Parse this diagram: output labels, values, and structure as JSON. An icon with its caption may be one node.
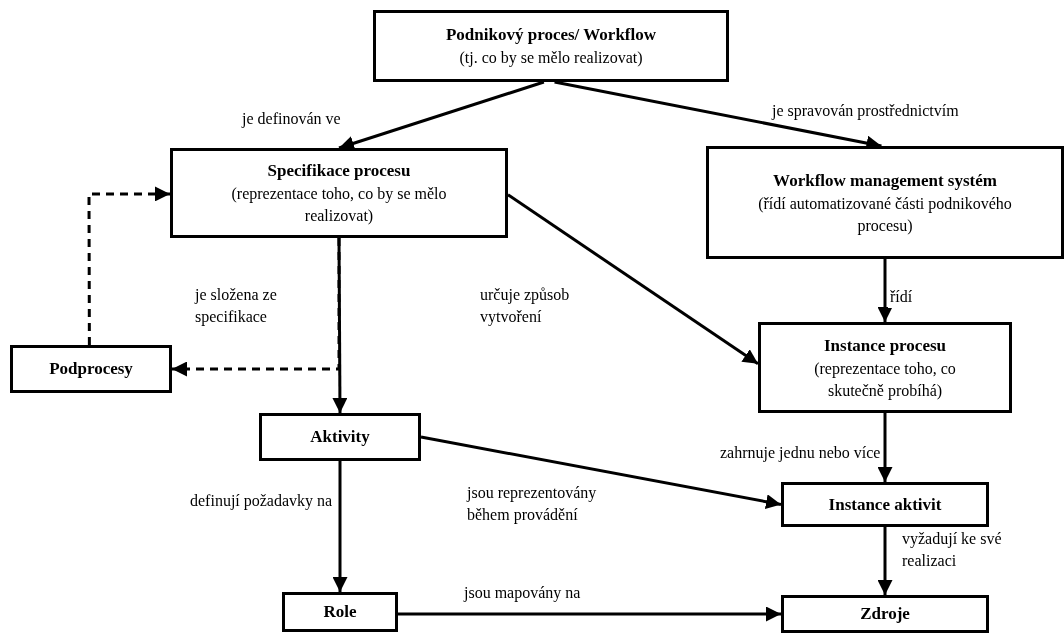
{
  "diagram": {
    "nodes": [
      {
        "text": [
          "Podnikový proces/ Workflow",
          "(tj. co by se mělo realizovat)"
        ]
      },
      {
        "text": [
          "Specifikace procesu",
          "(reprezentace toho, co by se mělo realizovat)"
        ]
      },
      {
        "text": [
          "Workflow management systém",
          "(řídí automatizované části podnikového procesu)"
        ]
      },
      {
        "text": [
          "Podprocesy"
        ]
      },
      {
        "text": [
          "Instance procesu",
          "(reprezentace toho, co skutečně probíhá)"
        ]
      },
      {
        "text": [
          "Aktivity"
        ]
      },
      {
        "text": [
          "Instance aktivit"
        ]
      },
      {
        "text": [
          "Role"
        ]
      },
      {
        "text": [
          "Zdroje"
        ]
      }
    ],
    "edges": [
      {
        "from": 0,
        "to": 1,
        "arrow": "to",
        "label": "je definován ve"
      },
      {
        "from": 0,
        "to": 2,
        "arrow": "to",
        "label": "je spravován prostřednictvím"
      },
      {
        "from": 1,
        "to": 5,
        "arrow": "to",
        "label": "je složena ze specifikace"
      },
      {
        "from": 1,
        "to": 3,
        "arrow": "to",
        "style": "dashed"
      },
      {
        "from": 3,
        "to": 1,
        "arrow": "to",
        "style": "dashed"
      },
      {
        "from": 1,
        "to": 4,
        "arrow": "to",
        "label": "určuje způsob vytvoření"
      },
      {
        "from": 2,
        "to": 4,
        "arrow": "to",
        "label": "řídí"
      },
      {
        "from": 5,
        "to": 6,
        "arrow": "to",
        "label": "jsou reprezentovány během provádění"
      },
      {
        "from": 4,
        "to": 6,
        "arrow": "to",
        "label": "zahrnuje jednu nebo více"
      },
      {
        "from": 5,
        "to": 7,
        "arrow": "to",
        "label": "definují požadavky na"
      },
      {
        "from": 7,
        "to": 8,
        "arrow": "to",
        "label": "jsou mapovány na"
      },
      {
        "from": 6,
        "to": 8,
        "arrow": "to",
        "label": "vyžadují ke své realizaci"
      }
    ]
  }
}
